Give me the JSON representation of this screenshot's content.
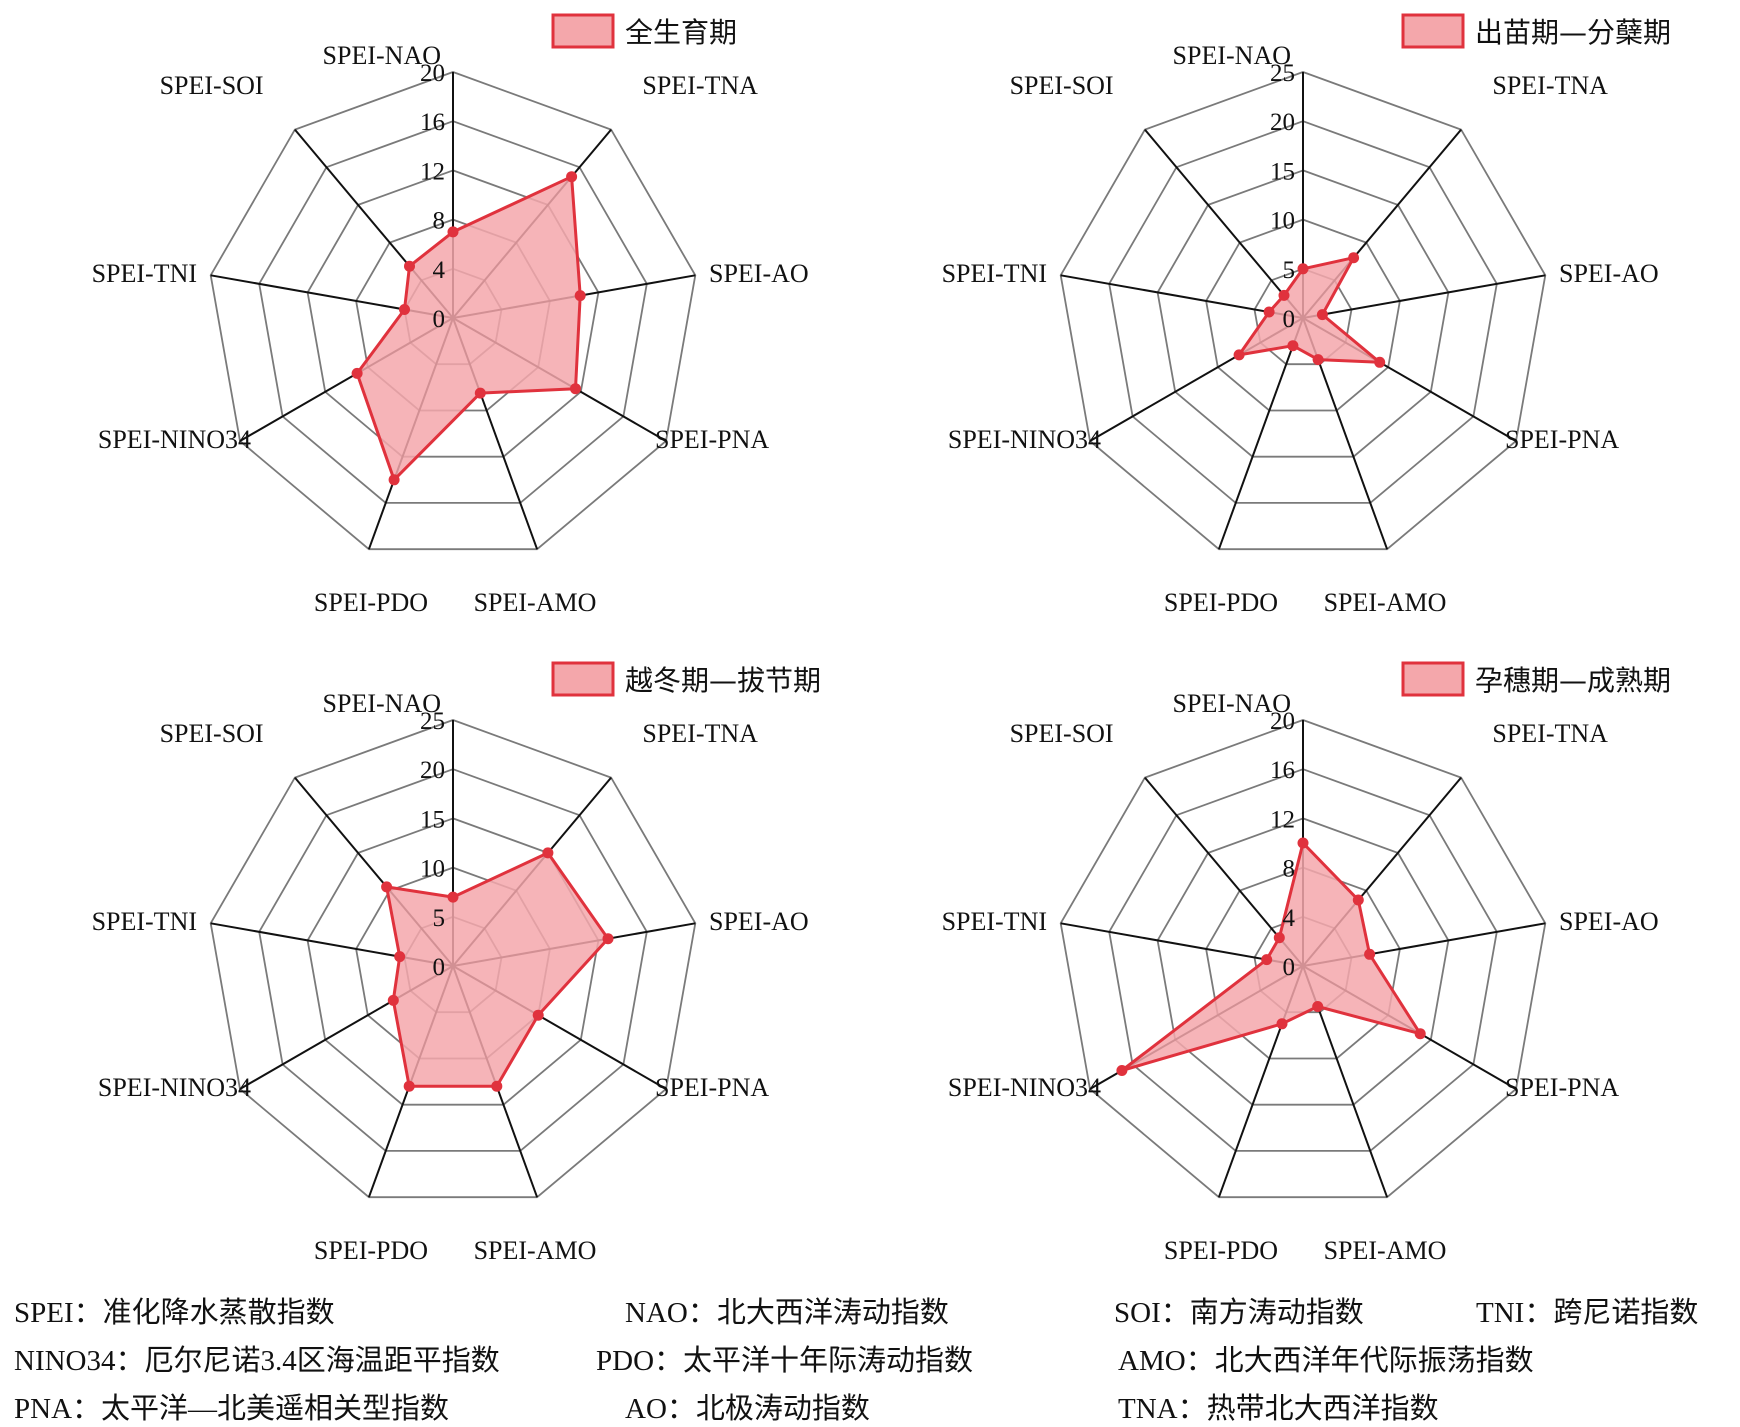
{
  "chart_data": [
    {
      "type": "radar",
      "legend": "全生育期",
      "axes": [
        "SPEI-NAO",
        "SPEI-TNA",
        "SPEI-AO",
        "SPEI-PNA",
        "SPEI-AMO",
        "SPEI-PDO",
        "SPEI-NINO34",
        "SPEI-TNI",
        "SPEI-SOI"
      ],
      "ticks": [
        "0",
        "4",
        "8",
        "12",
        "16",
        "20"
      ],
      "rmax": 20,
      "values": [
        7,
        15,
        10.5,
        11.5,
        6.5,
        14,
        9,
        4,
        5.5
      ]
    },
    {
      "type": "radar",
      "legend": "出苗期—分蘖期",
      "axes": [
        "SPEI-NAO",
        "SPEI-TNA",
        "SPEI-AO",
        "SPEI-PNA",
        "SPEI-AMO",
        "SPEI-PDO",
        "SPEI-NINO34",
        "SPEI-TNI",
        "SPEI-SOI"
      ],
      "ticks": [
        "0",
        "5",
        "10",
        "15",
        "20",
        "25"
      ],
      "rmax": 25,
      "values": [
        5,
        8,
        2,
        9,
        4.5,
        3,
        7.5,
        3.5,
        3
      ]
    },
    {
      "type": "radar",
      "legend": "越冬期—拔节期",
      "axes": [
        "SPEI-NAO",
        "SPEI-TNA",
        "SPEI-AO",
        "SPEI-PNA",
        "SPEI-AMO",
        "SPEI-PDO",
        "SPEI-NINO34",
        "SPEI-TNI",
        "SPEI-SOI"
      ],
      "ticks": [
        "0",
        "5",
        "10",
        "15",
        "20",
        "25"
      ],
      "rmax": 25,
      "values": [
        7,
        15,
        16,
        10,
        13,
        13,
        7,
        5.5,
        10.5
      ]
    },
    {
      "type": "radar",
      "legend": "孕穗期—成熟期",
      "axes": [
        "SPEI-NAO",
        "SPEI-TNA",
        "SPEI-AO",
        "SPEI-PNA",
        "SPEI-AMO",
        "SPEI-PDO",
        "SPEI-NINO34",
        "SPEI-TNI",
        "SPEI-SOI"
      ],
      "ticks": [
        "0",
        "4",
        "8",
        "12",
        "16",
        "20"
      ],
      "rmax": 20,
      "values": [
        10,
        7,
        5.5,
        11,
        3.5,
        5,
        17,
        3,
        3
      ]
    }
  ],
  "glossary": [
    [
      "SPEI：准化降水蒸散指数",
      "NAO：北大西洋涛动指数",
      "SOI：南方涛动指数",
      "TNI：跨尼诺指数"
    ],
    [
      "NINO34：厄尔尼诺3.4区海温距平指数",
      "PDO：太平洋十年际涛动指数",
      "AMO：北大西洋年代际振荡指数"
    ],
    [
      "PNA：太平洋—北美遥相关型指数",
      "AO：北极涛动指数",
      "TNA：热带北大西洋指数"
    ]
  ],
  "colors": {
    "fill": "#f4a7ab",
    "stroke": "#e0323d",
    "grid": "#7a7a7a",
    "spoke": "#111111"
  }
}
